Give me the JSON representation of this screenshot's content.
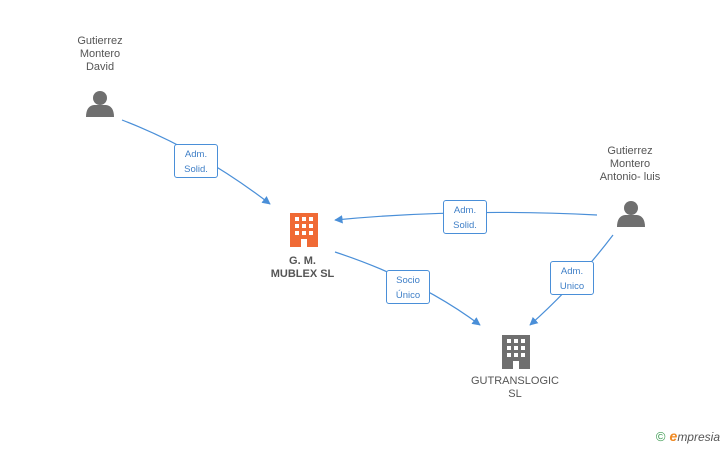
{
  "colors": {
    "edge": "#4a8fd8",
    "person": "#6f6f6f",
    "company_main": "#f06a35",
    "company_other": "#6f6f6f"
  },
  "nodes": {
    "person_david": {
      "label": "Gutierrez\nMontero\nDavid",
      "icon": "person-icon"
    },
    "person_antonio": {
      "label": "Gutierrez\nMontero\nAntonio- luis",
      "icon": "person-icon"
    },
    "company_gm": {
      "label": "G. M.\nMUBLEX SL",
      "icon": "building-icon"
    },
    "company_gutranslogic": {
      "label": "GUTRANSLOGIC\nSL",
      "icon": "building-icon"
    }
  },
  "edges": {
    "david_to_gm": {
      "label": "Adm.\nSolid."
    },
    "antonio_to_gm": {
      "label": "Adm.\nSolid."
    },
    "gm_to_gutranslogic": {
      "label": "Socio\nÚnico"
    },
    "antonio_to_gutranslogic": {
      "label": "Adm.\nUnico"
    }
  },
  "watermark": {
    "copyright": "©",
    "brand_first": "e",
    "brand_rest": "mpresia"
  }
}
